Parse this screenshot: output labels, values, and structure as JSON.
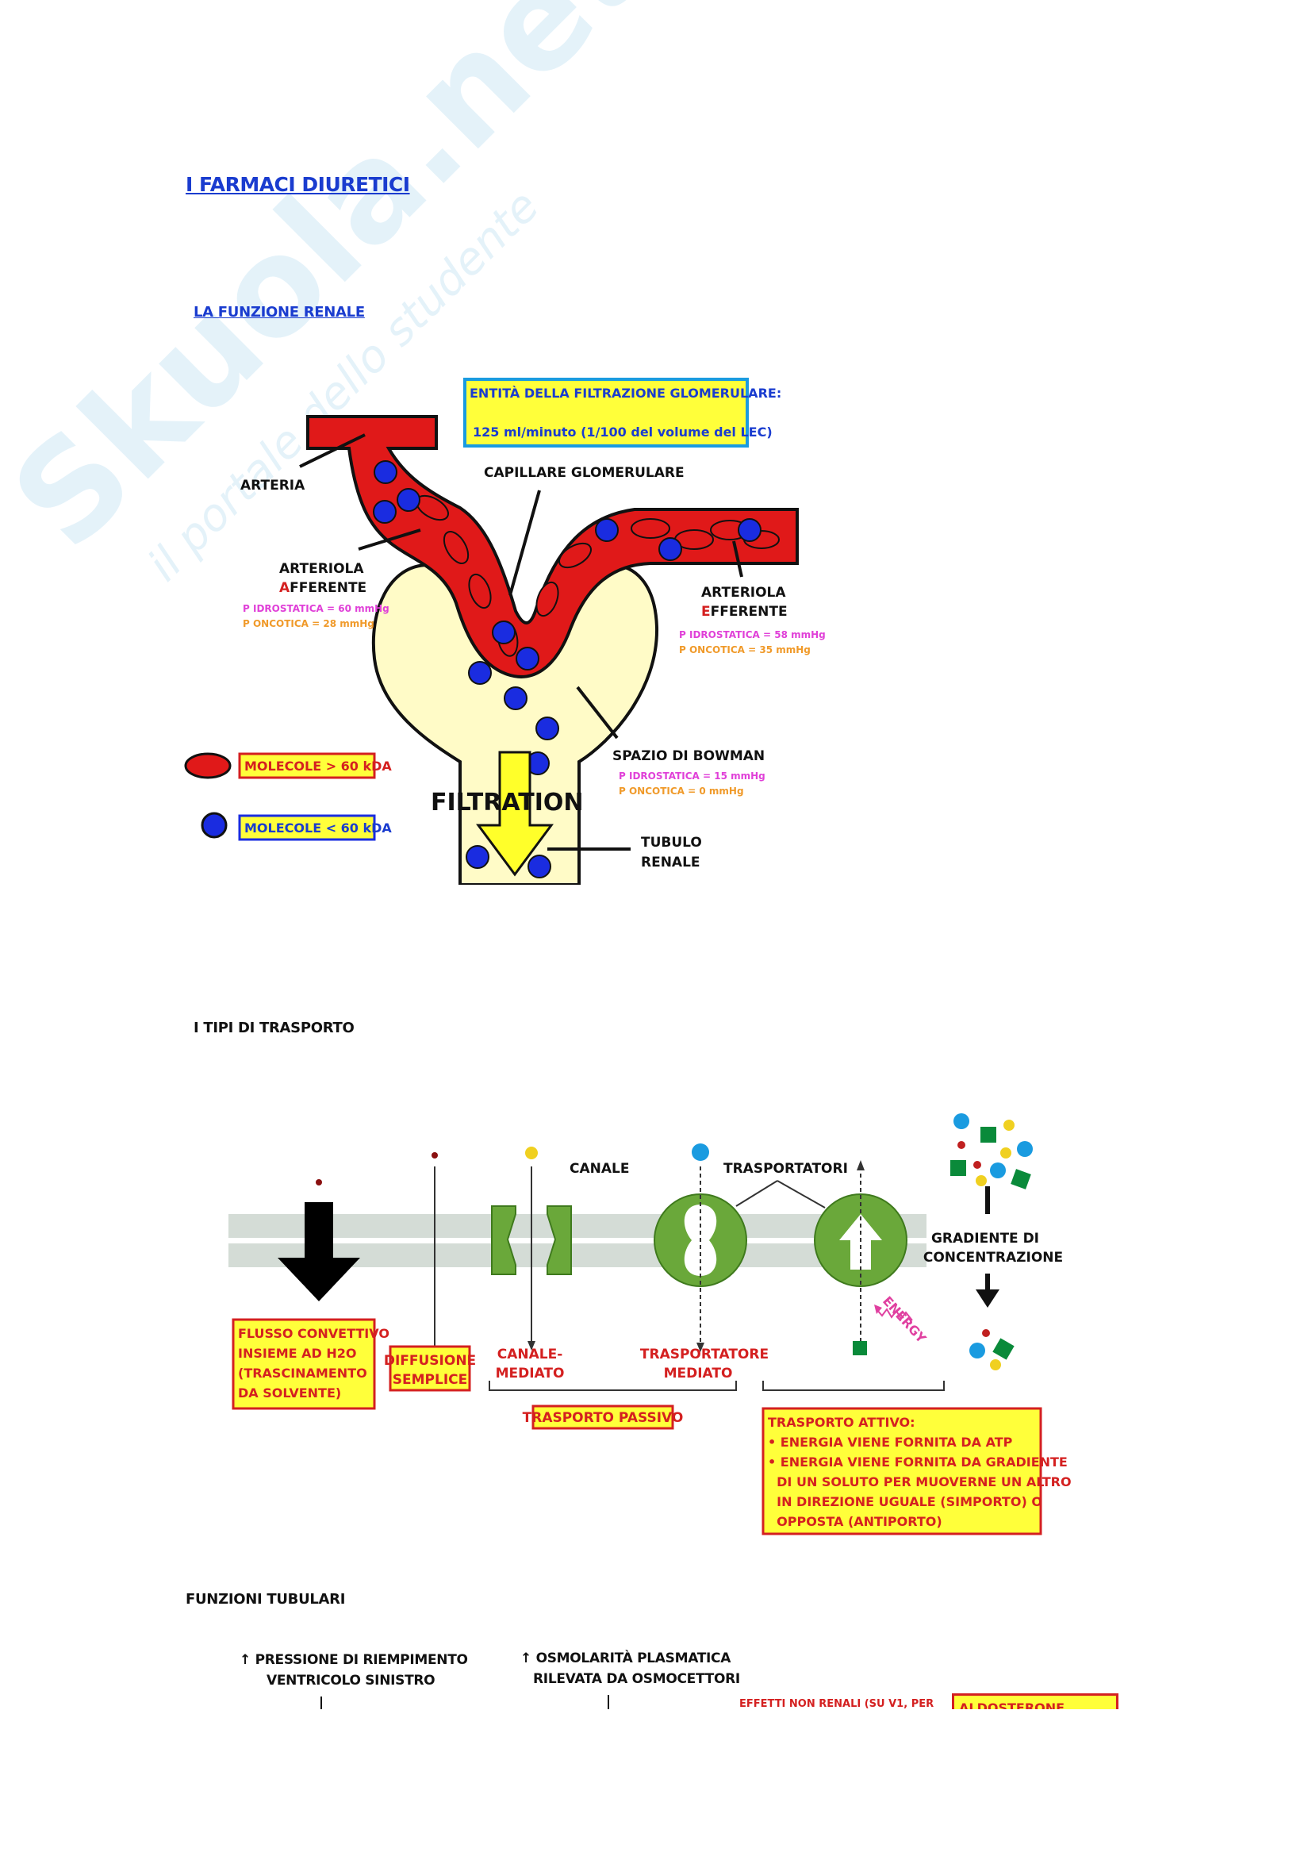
{
  "headings": {
    "main_title": "I FARMACI DIURETICI",
    "renal_function": "LA FUNZIONE RENALE",
    "transport_types": "I TIPI DI TRASPORTO",
    "tubular_functions": "FUNZIONI TUBULARI"
  },
  "watermark": {
    "brand": "Skuola.net",
    "tagline": "il portale dello studente"
  },
  "glomerulus": {
    "info_line1": "ENTITÀ DELLA FILTRAZIONE GLOMERULARE:",
    "info_line2": "125 ml/minuto (1/100 del volume del LEC)",
    "arteria": "ARTERIA",
    "capillare": "CAPILLARE GLOMERULARE",
    "afferente_l1": "ARTERIOLA",
    "afferente_initial": "A",
    "afferente_rest": "FFERENTE",
    "afferente_p_idro": "P IDROSTATICA = 60 mmHg",
    "afferente_p_onco": "P ONCOTICA = 28 mmHg",
    "efferente_l1": "ARTERIOLA",
    "efferente_initial": "E",
    "efferente_rest": "FFERENTE",
    "efferente_p_idro": "P IDROSTATICA = 58 mmHg",
    "efferente_p_onco": "P ONCOTICA = 35 mmHg",
    "bowman": "SPAZIO DI BOWMAN",
    "bowman_p_idro": "P IDROSTATICA = 15 mmHg",
    "bowman_p_onco": "P ONCOTICA = 0 mmHg",
    "filtration": "FILTRATION",
    "tubulo_l1": "TUBULO",
    "tubulo_l2": "RENALE",
    "legend_large": "MOLECOLE > 60 kDA",
    "legend_small": "MOLECOLE < 60 kDA"
  },
  "transport": {
    "canale": "CANALE",
    "trasportatori": "TRASPORTATORI",
    "gradiente_l1": "GRADIENTE DI",
    "gradiente_l2": "CONCENTRAZIONE",
    "energy": "ENERGY",
    "flusso_lines": [
      "FLUSSO CONVETTIVO",
      "INSIEME AD H2O",
      "(TRASCINAMENTO",
      "DA SOLVENTE)"
    ],
    "diffusione_lines": [
      "DIFFUSIONE",
      "SEMPLICE"
    ],
    "canale_mediato_lines": [
      "CANALE-",
      "MEDIATO"
    ],
    "trasp_mediato_lines": [
      "TRASPORTATORE",
      "MEDIATO"
    ],
    "trasporto_passivo": "TRASPORTO PASSIVO",
    "attivo_lines": [
      "TRASPORTO ATTIVO:",
      "• ENERGIA VIENE FORNITA DA ATP",
      "• ENERGIA VIENE FORNITA DA GRADIENTE",
      "  DI UN SOLUTO PER MUOVERNE UN ALTRO",
      "  IN DIREZIONE UGUALE (SIMPORTO) O",
      "  OPPOSTA (ANTIPORTO)"
    ]
  },
  "tubular": {
    "col1_l1": "↑ PRESSIONE DI RIEMPIMENTO",
    "col1_l2": "VENTRICOLO SINISTRO",
    "col2_l1": "↑ OSMOLARITÀ PLASMATICA",
    "col2_l2": "RILEVATA DA OSMOCETTORI",
    "col3": "EFFETTI NON RENALI (SU V1, PER",
    "aldosterone": "ALDOSTERONE"
  },
  "colors": {
    "blue_heading": "#1a3ccf",
    "red": "#d42020",
    "yellow": "#ffff3a",
    "pink": "#e040d8",
    "orange": "#f09a2a",
    "green": "#6aa83a",
    "membrane": "#d4dcd6"
  }
}
